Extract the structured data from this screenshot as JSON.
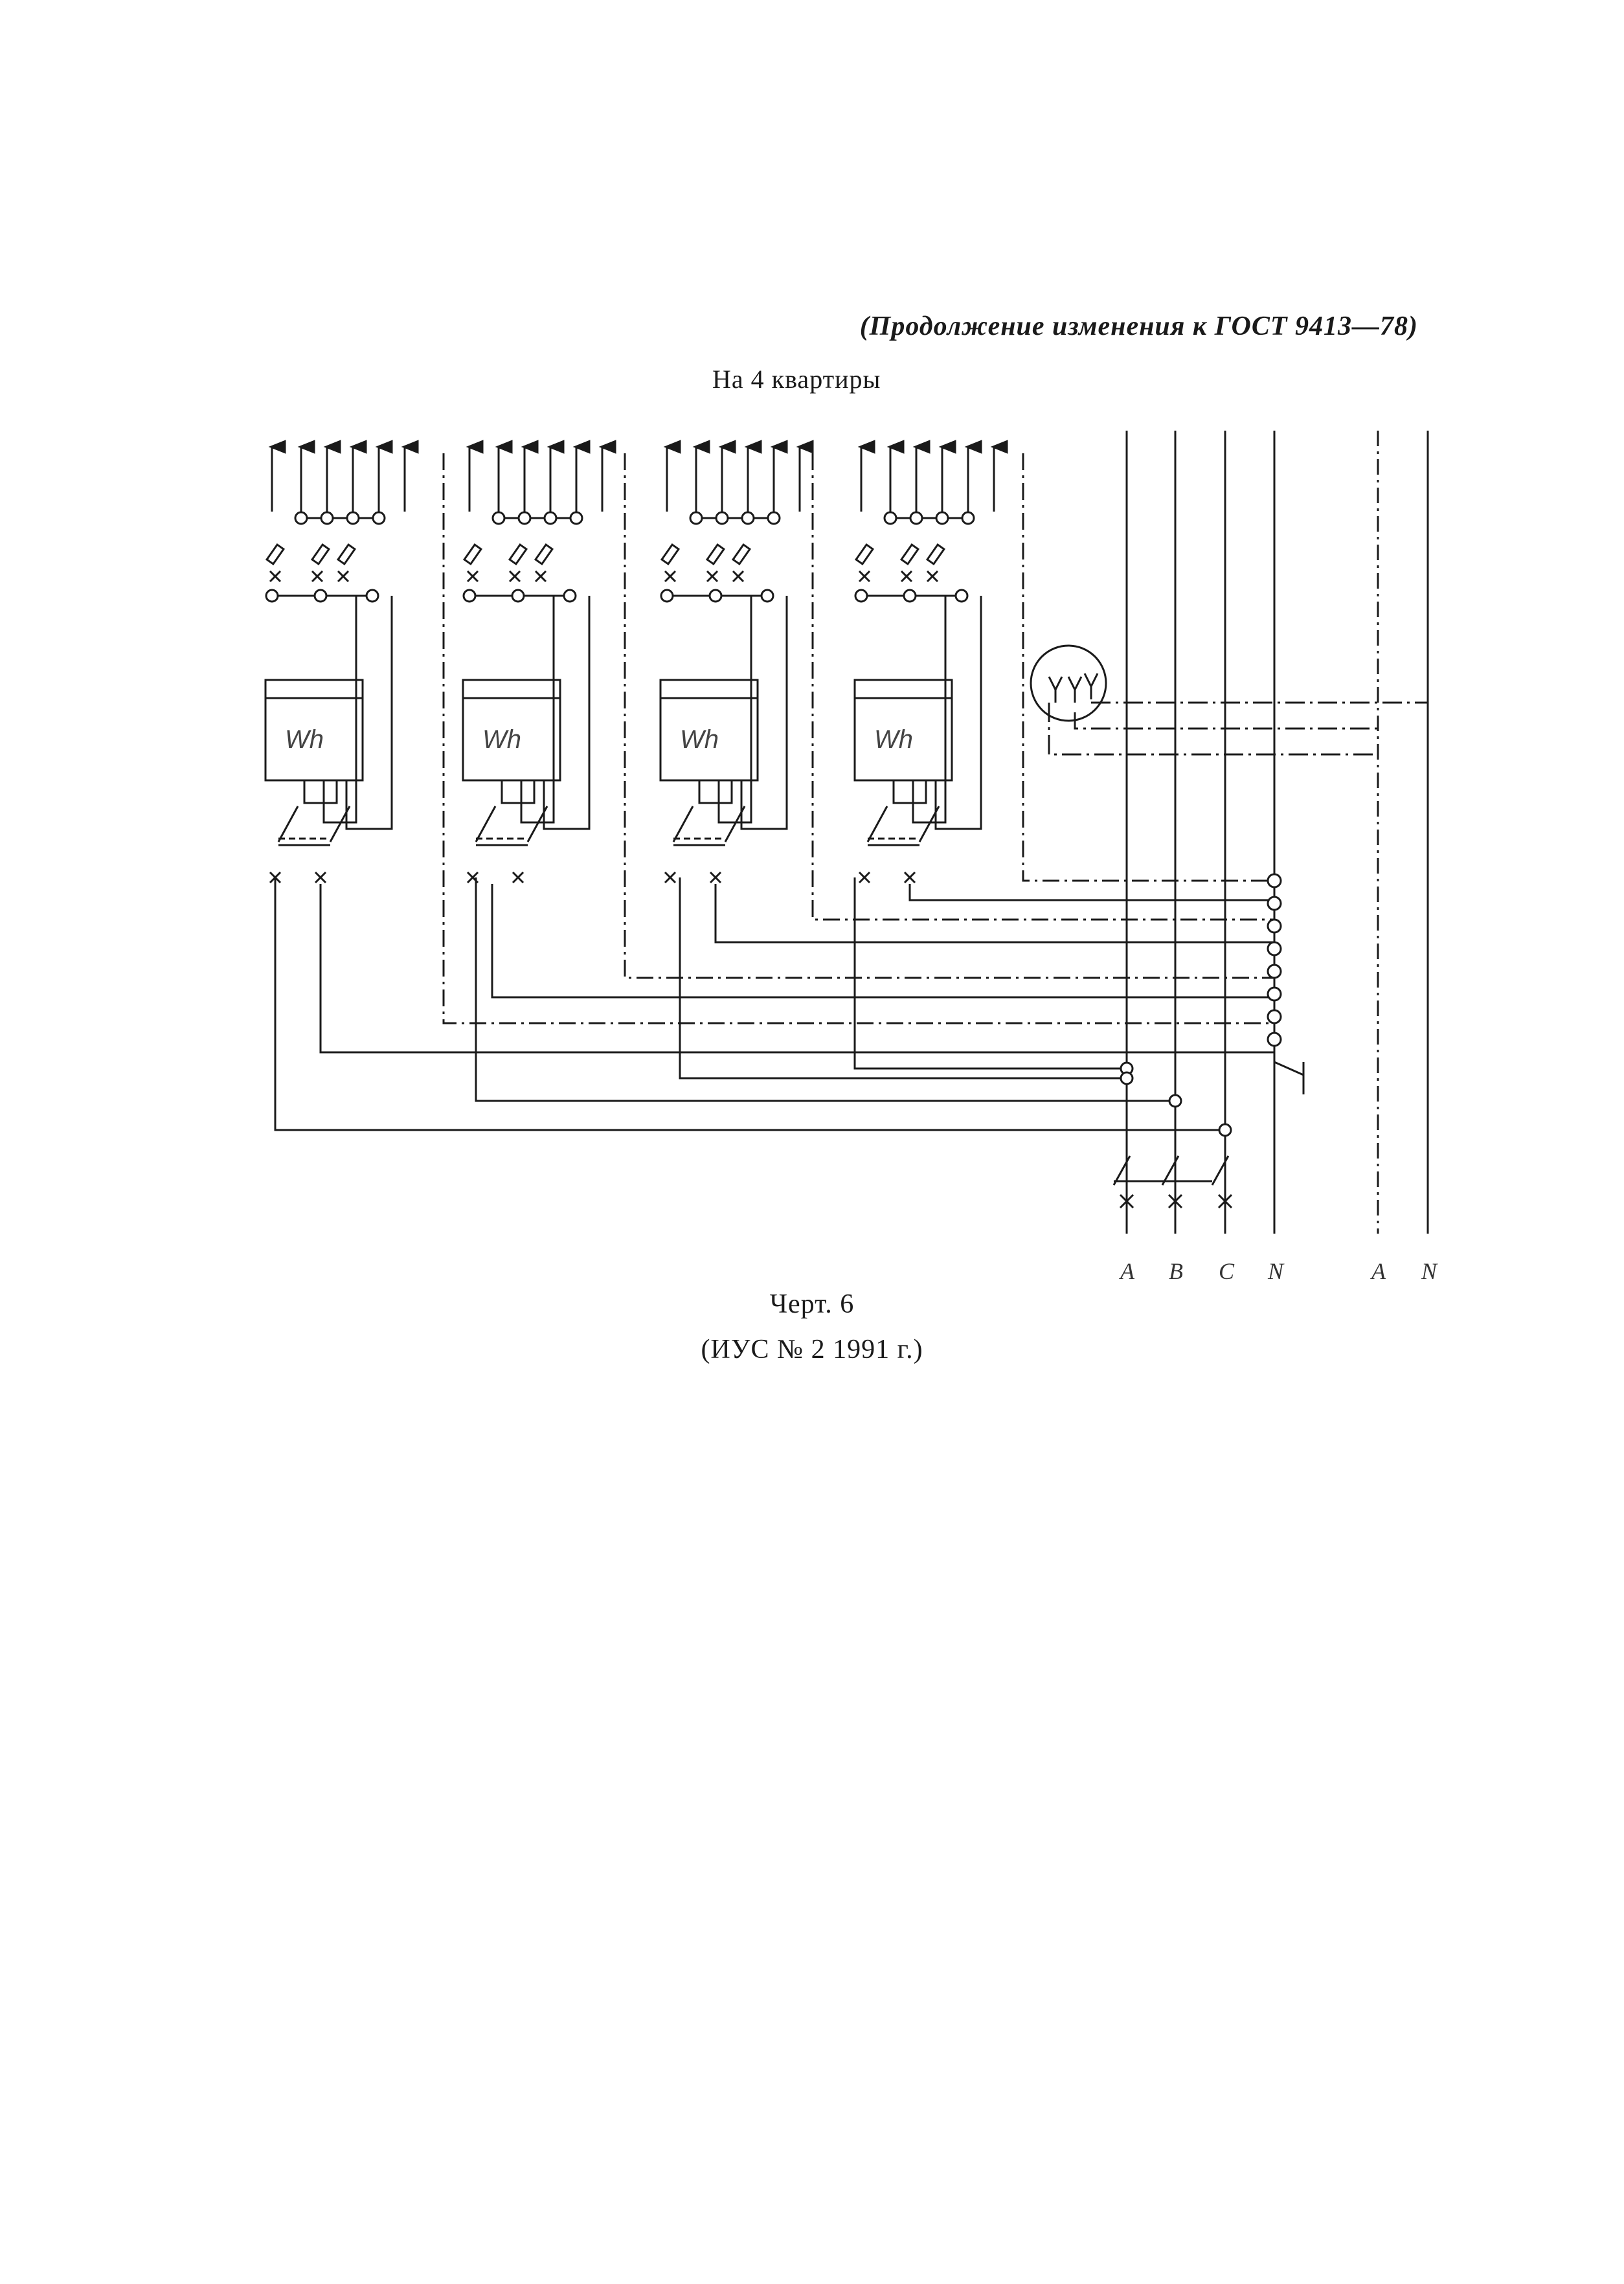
{
  "header": {
    "continuation": "(Продолжение изменения к ГОСТ 9413—78)",
    "subtitle": "На 4 квартиры"
  },
  "diagram": {
    "meter_label": "Wh",
    "bus_labels": [
      "A",
      "B",
      "C",
      "N",
      "A",
      "N"
    ]
  },
  "caption": {
    "figure": "Черт. 6",
    "note": "(ИУС № 2 1991 г.)"
  }
}
